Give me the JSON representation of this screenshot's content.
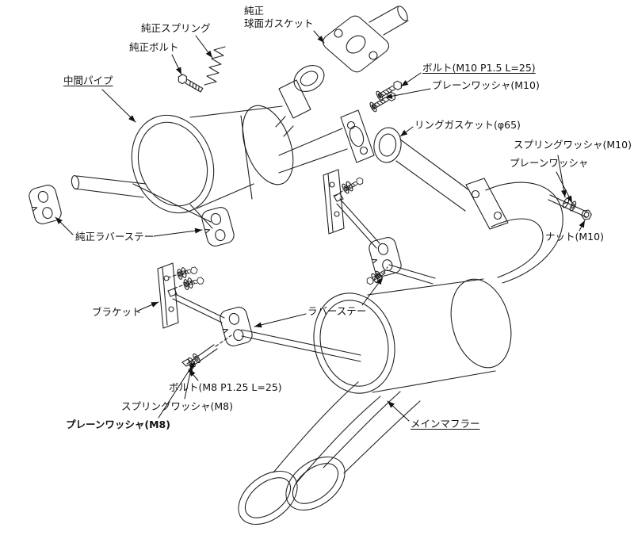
{
  "diagram": {
    "type": "exploded-parts-diagram",
    "subject": "exhaust-system-installation",
    "colors": {
      "line": "#222222",
      "text": "#111111",
      "background": "#ffffff"
    },
    "labels": {
      "genuine_ball_gasket_line1": "純正",
      "genuine_ball_gasket_line2": "球面ガスケット",
      "genuine_spring": "純正スプリング",
      "genuine_bolt": "純正ボルト",
      "mid_pipe": "中間パイプ",
      "bolt_m10": "ボルト(M10 P1.5 L=25)",
      "plain_washer_m10": "プレーンワッシャ(M10)",
      "ring_gasket": "リングガスケット(φ65)",
      "spring_washer_m10": "スプリングワッシャ(M10)",
      "plain_washer": "プレーンワッシャ",
      "nut_m10": "ナット(M10)",
      "genuine_rubber_stay": "純正ラバーステー",
      "bracket": "ブラケット",
      "rubber_stay": "ラバーステー",
      "bolt_m8": "ボルト(M8 P1.25 L=25)",
      "spring_washer_m8": "スプリングワッシャ(M8)",
      "plain_washer_m8": "プレーンワッシャ(M8)",
      "main_muffler": "メインマフラー"
    }
  }
}
